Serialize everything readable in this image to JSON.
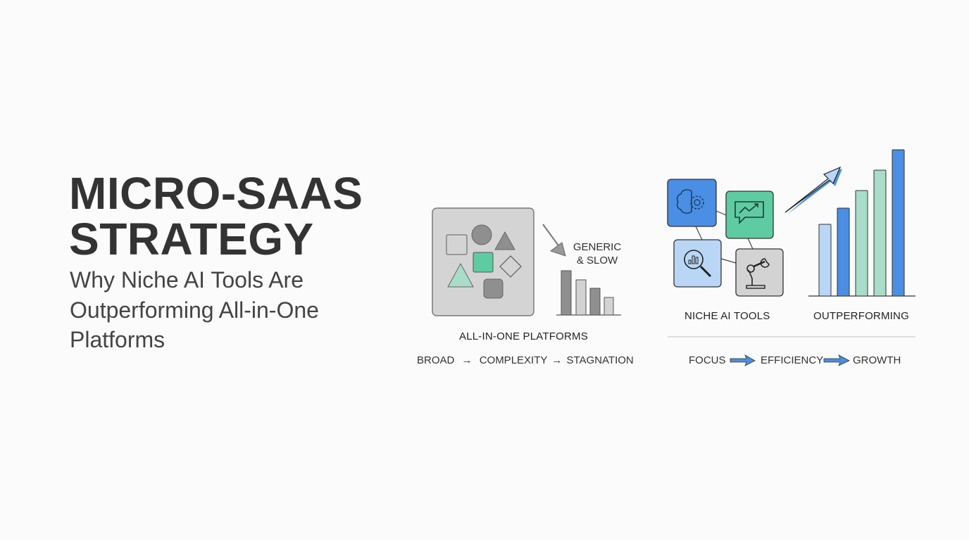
{
  "title": {
    "line1": "MICRO-SAAS",
    "line2": "STRATEGY"
  },
  "subtitle": {
    "line1": "Why Niche AI Tools Are",
    "line2": "Outperforming All-in-One",
    "line3": "Platforms"
  },
  "left_panel": {
    "callout_line1": "GENERIC",
    "callout_line2": "& SLOW",
    "label": "ALL-IN-ONE PLATFORMS",
    "flow": [
      "BROAD",
      "COMPLEXITY",
      "STAGNATION"
    ],
    "arrow_glyph": "→"
  },
  "right_panel": {
    "tools_label": "NICHE AI TOOLS",
    "chart_label": "OUTPERFORMING",
    "flow": [
      "FOCUS",
      "EFFICIENCY",
      "GROWTH"
    ],
    "icons": [
      "brain-gear-icon",
      "chat-trend-icon",
      "magnifier-chart-icon",
      "robot-arm-icon"
    ]
  },
  "colors": {
    "blue": "#4a8fe3",
    "light_blue": "#b9d6f6",
    "green": "#5ecba3",
    "light_green": "#a9dcc9",
    "gray": "#d3d3d3",
    "dark_gray": "#8a8a8a"
  }
}
